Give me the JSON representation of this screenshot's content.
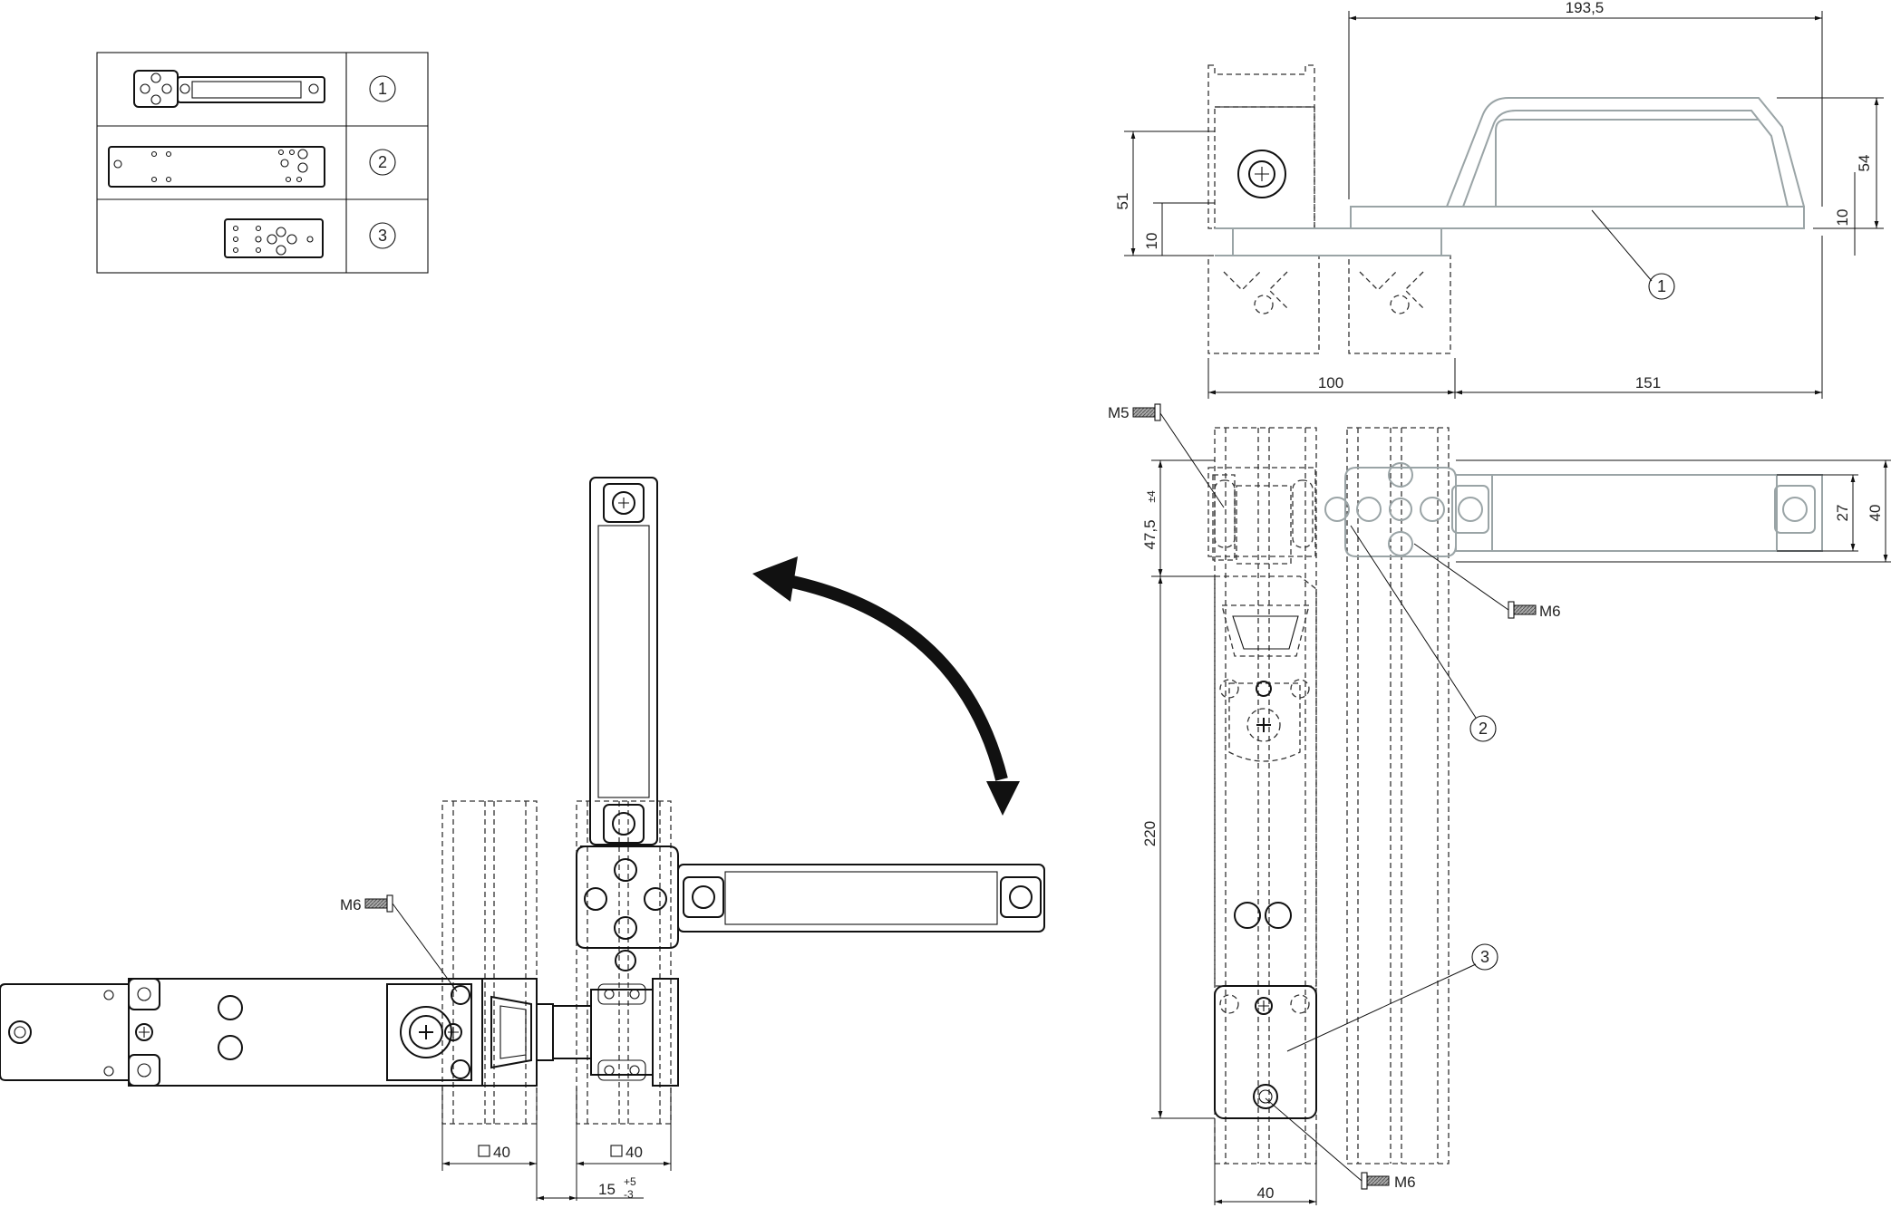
{
  "legend": {
    "rows": [
      {
        "number": "1"
      },
      {
        "number": "2"
      },
      {
        "number": "3"
      }
    ]
  },
  "dimensions": {
    "top_width": "193,5",
    "height_total": "51",
    "height_plate_left": "10",
    "handle_height": "54",
    "height_plate_right": "10",
    "profile_width": "100",
    "handle_reach": "151",
    "offset": "47,5",
    "offset_tol": "±4",
    "handle_width": "27",
    "bracket_width": "40",
    "length": "220",
    "bottom_width": "40",
    "square_1": "40",
    "square_2": "40",
    "gap": "15",
    "gap_tol_upper": "+5",
    "gap_tol_lower": "-3"
  },
  "callouts": {
    "c1": "1",
    "c2": "2",
    "c3": "3"
  },
  "screws": {
    "m5_label": "M5",
    "m6_label_a": "M6",
    "m6_label_b": "M6",
    "m6_label_c": "M6"
  },
  "colors": {
    "line": "#111111",
    "ghost": "#9aa4a6",
    "background": "#ffffff"
  }
}
